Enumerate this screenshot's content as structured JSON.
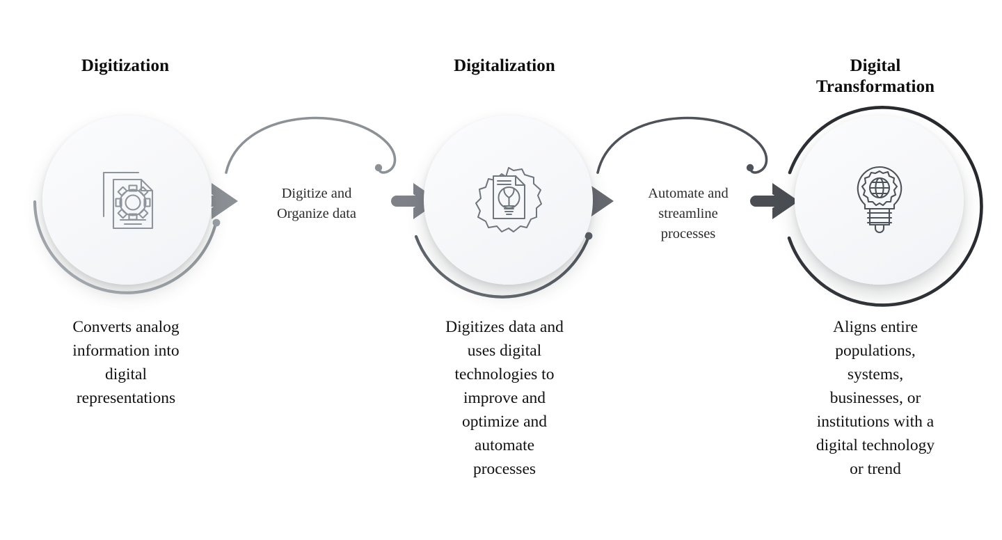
{
  "diagram": {
    "background_color": "#ffffff",
    "title_color": "#0d0d0d",
    "body_color": "#111111"
  },
  "stages": [
    {
      "id": "digitization",
      "heading": "Digitization",
      "icon_name": "document-gear-icon",
      "description": "Converts analog\ninformation into\ndigital\nrepresentations",
      "ring_color": "#9aa0a6",
      "icon_color": "#8e949b"
    },
    {
      "id": "digitalization",
      "heading": "Digitalization",
      "icon_name": "gear-document-lightbulb-icon",
      "description": "Digitizes data and\nuses digital\ntechnologies to\nimprove and\noptimize and\nautomate\nprocesses",
      "ring_color": "#5a5f66",
      "icon_color": "#6f757c"
    },
    {
      "id": "digital-transformation",
      "heading": "Digital\nTransformation",
      "icon_name": "lightbulb-gear-globe-icon",
      "description": "Aligns entire\npopulations,\nsystems,\nbusinesses, or\ninstitutions with a\ndigital technology\nor trend",
      "ring_color": "#2b2f33",
      "icon_color": "#4d5258"
    }
  ],
  "connectors": [
    {
      "id": "connector-1",
      "label": "Digitize and\nOrganize data",
      "arc_color": "#8c9196",
      "arrow_color_left": "#8b9095",
      "arrow_color_right": "#7a7f85"
    },
    {
      "id": "connector-2",
      "label": "Automate and\nstreamline\nprocesses",
      "arc_color": "#4e5359",
      "arrow_color_left": "#65696f",
      "arrow_color_right": "#4a4e53"
    }
  ],
  "arrows": [
    {
      "id": "arrow-1",
      "color": "#8b9095"
    },
    {
      "id": "arrow-2",
      "color": "#7e8288"
    },
    {
      "id": "arrow-3",
      "color": "#66696f"
    },
    {
      "id": "arrow-4",
      "color": "#4a4e53"
    }
  ]
}
